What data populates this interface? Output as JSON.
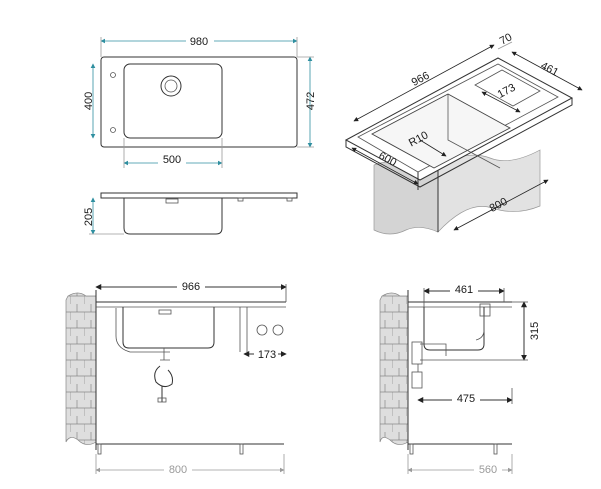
{
  "colors": {
    "line": "#333333",
    "dimension": "#2f8fa0",
    "muted": "#9a9a9a",
    "wall_fill": "#d9d9d9"
  },
  "top_view": {
    "width": "980",
    "depth": "400",
    "overall_depth": "472",
    "bowl_width": "500"
  },
  "front_view": {
    "bowl_depth": "205"
  },
  "iso_view": {
    "rim": "70",
    "depth": "461",
    "drainer": "173",
    "bowl_width": "966",
    "radius": "R10",
    "cabinet_width": "600",
    "cabinet_depth": "800"
  },
  "section_front": {
    "width": "966",
    "overflow": "173",
    "cabinet": "800"
  },
  "section_side": {
    "depth": "461",
    "height": "315",
    "drain_offset": "475",
    "cabinet": "560"
  }
}
